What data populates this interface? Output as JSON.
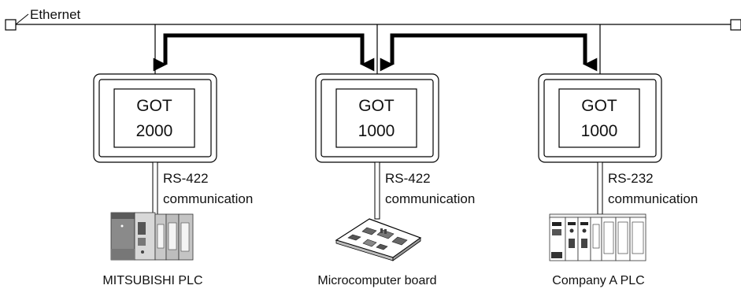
{
  "network": {
    "label": "Ethernet"
  },
  "units": [
    {
      "model": "GOT",
      "series": "2000",
      "link": {
        "line1": "RS-422",
        "line2": "communication"
      },
      "device": {
        "label": "MITSUBISHI PLC",
        "icon": "mitsubishi-plc-icon"
      }
    },
    {
      "model": "GOT",
      "series": "1000",
      "link": {
        "line1": "RS-422",
        "line2": "communication"
      },
      "device": {
        "label": "Microcomputer board",
        "icon": "microcomputer-board-icon"
      }
    },
    {
      "model": "GOT",
      "series": "1000",
      "link": {
        "line1": "RS-232",
        "line2": "communication"
      },
      "device": {
        "label": "Company A PLC",
        "icon": "company-a-plc-icon"
      }
    }
  ]
}
